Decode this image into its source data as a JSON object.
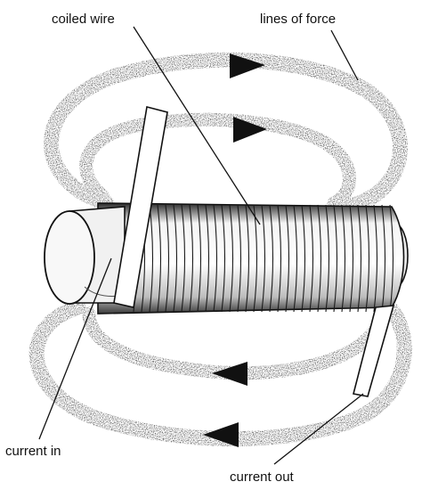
{
  "labels": {
    "coiled_wire": "coiled wire",
    "lines_of_force": "lines of force",
    "current_in": "current in",
    "current_out": "current out"
  },
  "colors": {
    "ink": "#111111",
    "field_stipple": "#222222",
    "background": "#ffffff"
  },
  "icons": {
    "field_arrow": "arrowhead-icon"
  }
}
